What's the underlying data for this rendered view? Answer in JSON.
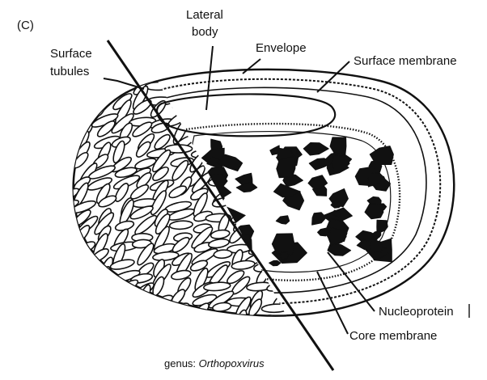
{
  "figure": {
    "panel_label": "(C)",
    "labels": {
      "lateral_body_line1": "Lateral",
      "lateral_body_line2": "body",
      "envelope": "Envelope",
      "surface_membrane": "Surface membrane",
      "surface_tubules_line1": "Surface",
      "surface_tubules_line2": "tubules",
      "nucleoprotein": "Nucleoprotein",
      "core_membrane": "Core membrane"
    },
    "caption": {
      "prefix": "genus: ",
      "genus": "Orthopoxvirus"
    }
  }
}
